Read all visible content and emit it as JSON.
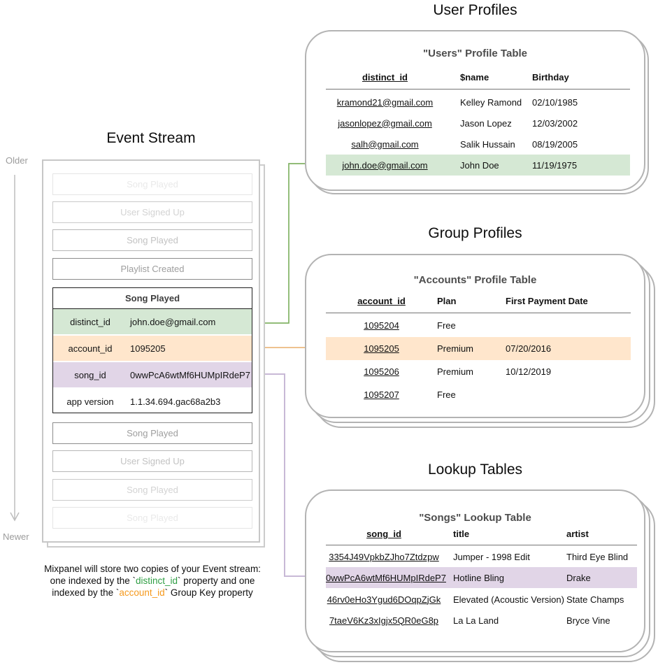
{
  "colors": {
    "green_fill": "#d5e8d4",
    "orange_fill": "#ffe6cc",
    "purple_fill": "#e1d5e7",
    "green_arrow": "#82b366",
    "orange_arrow_line": "#eec28f",
    "orange_arrow_head": "#f0831c",
    "purple_arrow_line": "#c8b9d6",
    "purple_arrow_head": "#8d8399",
    "token_green": "#2f9e44",
    "token_orange": "#f5991d"
  },
  "event_stream": {
    "title": "Event Stream",
    "older_label": "Older",
    "newer_label": "Newer",
    "events_above": [
      "Song Played",
      "User Signed Up",
      "Song Played",
      "Playlist Created"
    ],
    "expanded": {
      "header": "Song Played",
      "rows": [
        {
          "key": "distinct_id",
          "value": "john.doe@gmail.com"
        },
        {
          "key": "account_id",
          "value": "1095205"
        },
        {
          "key": "song_id",
          "value": "0wwPcA6wtMf6HUMpIRdeP7"
        },
        {
          "key": "app version",
          "value": "1.1.34.694.gac68a2b3"
        }
      ]
    },
    "events_below": [
      "Song Played",
      "User Signed Up",
      "Song Played",
      "Song Played"
    ]
  },
  "caption": {
    "line1": "Mixpanel will store two copies of your Event stream:",
    "line2_pre": "one indexed by the `",
    "line2_token": "distinct_id",
    "line2_post": "` property and one",
    "line3_pre": "indexed by the `",
    "line3_token": "account_id",
    "line3_post": "` Group Key property"
  },
  "user_profiles": {
    "section_title": "User Profiles",
    "table_title": "\"Users\" Profile Table",
    "headers": [
      "distinct_id",
      "$name",
      "Birthday"
    ],
    "rows": [
      [
        "kramond21@gmail.com",
        "Kelley Ramond",
        "02/10/1985"
      ],
      [
        "jasonlopez@gmail.com",
        "Jason Lopez",
        "12/03/2002"
      ],
      [
        "salh@gmail.com",
        "Salik Hussain",
        "08/19/2005"
      ],
      [
        "john.doe@gmail.com",
        "John Doe",
        "11/19/1975"
      ]
    ]
  },
  "group_profiles": {
    "section_title": "Group Profiles",
    "table_title": "\"Accounts\" Profile Table",
    "headers": [
      "account_id",
      "Plan",
      "First Payment Date"
    ],
    "rows": [
      [
        "1095204",
        "Free",
        ""
      ],
      [
        "1095205",
        "Premium",
        "07/20/2016"
      ],
      [
        "1095206",
        "Premium",
        "10/12/2019"
      ],
      [
        "1095207",
        "Free",
        ""
      ]
    ]
  },
  "lookup_tables": {
    "section_title": "Lookup Tables",
    "table_title": "\"Songs\" Lookup Table",
    "headers": [
      "song_id",
      "title",
      "artist"
    ],
    "rows": [
      [
        "3354J49VpkbZJho7Ztdzpw",
        "Jumper - 1998 Edit",
        "Third Eye Blind"
      ],
      [
        "0wwPcA6wtMf6HUMpIRdeP7",
        "Hotline Bling",
        "Drake"
      ],
      [
        "46rv0eHo3Ygud6DOqpZjGk",
        "Elevated (Acoustic Version)",
        "State Champs"
      ],
      [
        "7taeV6Kz3xIgjx5QR0eG8p",
        "La La Land",
        "Bryce Vine"
      ]
    ]
  }
}
